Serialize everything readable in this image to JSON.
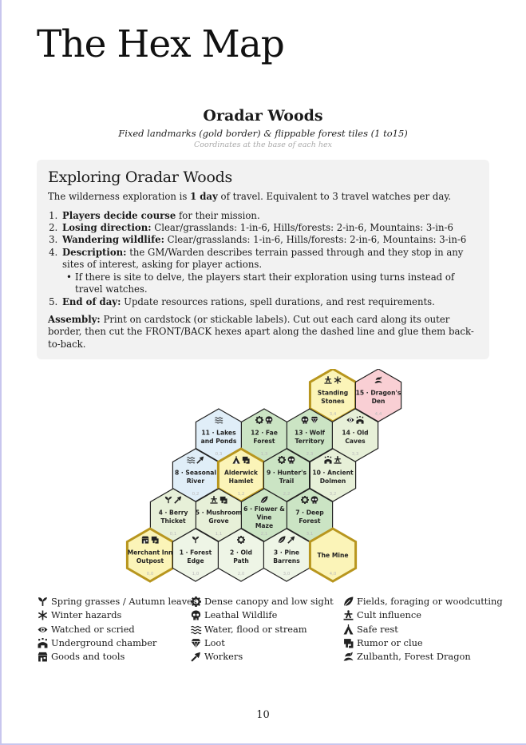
{
  "title": "The Hex Map",
  "subtitle": "Oradar Woods",
  "subtitle_desc": "Fixed landmarks (gold border) & flippable forest tiles (1 to15)",
  "subtitle_note": "Coordinates at the base of each hex",
  "explore": {
    "heading": "Exploring Oradar Woods",
    "intro_pre": "The wilderness exploration is ",
    "intro_bold": "1 day",
    "intro_post": " of travel. Equivalent to 3 travel watches per day.",
    "steps": [
      {
        "bold": "Players decide course",
        "text": " for their mission."
      },
      {
        "bold": "Losing direction:",
        "text": " Clear/grasslands: 1-in-6, Hills/forests: 2-in-6, Mountains: 3-in-6"
      },
      {
        "bold": "Wandering wildlife:",
        "text": " Clear/grasslands: 1-in-6, Hills/forests: 2-in-6, Mountains: 3-in-6"
      },
      {
        "bold": "Description:",
        "text": " the GM/Warden describes terrain passed through and they stop in any sites of interest, asking for player actions."
      },
      {
        "bold": "End of day:",
        "text": " Update resources rations, spell durations, and rest requirements."
      }
    ],
    "sub_bullet": "If there is site to delve, the players start their exploration using turns instead of travel watches.",
    "assembly_bold": "Assembly:",
    "assembly_text": " Print on cardstock (or stickable labels). Cut out each card along its outer border, then cut the FRONT/BACK hexes apart along the dashed line and glue them back-to-back."
  },
  "colors": {
    "grass": "#e7f0d8",
    "forest": "#cbe4c4",
    "water": "#e0eef8",
    "landmark": "#fbf4b8",
    "landmark_border": "#b8961e",
    "dragon": "#f9cfd4",
    "light": "#eef5e6"
  },
  "hexes": [
    {
      "l1": "Standing",
      "l2": "Stones",
      "coord": "3,4",
      "type": "landmark",
      "icons": [
        "cult-icon",
        "snowflake-icon"
      ]
    },
    {
      "l1": "15 · Dragon's",
      "l2": "Den",
      "coord": "4,4",
      "type": "dragon",
      "icons": [
        "dragon-icon"
      ]
    },
    {
      "l1": "11 · Lakes",
      "l2": "and Ponds",
      "coord": "0,3",
      "type": "water",
      "icons": [
        "water-icon"
      ]
    },
    {
      "l1": "12 · Fae",
      "l2": "Forest",
      "coord": "1,3",
      "type": "forest",
      "icons": [
        "gear-icon",
        "skull-icon"
      ]
    },
    {
      "l1": "13 · Wolf",
      "l2": "Territory",
      "coord": "2,3",
      "type": "forest",
      "icons": [
        "skull-icon",
        "gem-icon"
      ]
    },
    {
      "l1": "14 · Old",
      "l2": "Caves",
      "coord": "3,3",
      "type": "grass",
      "icons": [
        "eye-icon",
        "chamber-icon"
      ]
    },
    {
      "l1": "8 · Seasonal",
      "l2": "River",
      "coord": "0,2",
      "type": "water",
      "icons": [
        "water-icon",
        "pick-icon"
      ]
    },
    {
      "l1": "Alderwick",
      "l2": "Hamlet",
      "coord": "1,2",
      "type": "landmark",
      "icons": [
        "tent-icon",
        "rumor-icon"
      ]
    },
    {
      "l1": "9 · Hunter's",
      "l2": "Trail",
      "coord": "2,2",
      "type": "forest",
      "icons": [
        "gear-icon",
        "skull-icon"
      ]
    },
    {
      "l1": "10 · Ancient",
      "l2": "Dolmen",
      "coord": "3,2",
      "type": "grass",
      "icons": [
        "chamber-icon",
        "cult-icon"
      ]
    },
    {
      "l1": "4 · Berry",
      "l2": "Thicket",
      "coord": "0,1",
      "type": "grass",
      "icons": [
        "sprout-icon",
        "pick-icon"
      ]
    },
    {
      "l1": "5 · Mushroom",
      "l2": "Grove",
      "coord": "1,1",
      "type": "grass",
      "icons": [
        "cult-icon",
        "rumor-icon"
      ]
    },
    {
      "l1": "6 · Flower &",
      "l2": "Vine",
      "l3": "Maze",
      "coord": "2,1",
      "type": "forest",
      "icons": [
        "leaf-icon"
      ]
    },
    {
      "l1": "7 · Deep",
      "l2": "Forest",
      "coord": "3,1",
      "type": "forest",
      "icons": [
        "gear-icon",
        "skull-icon"
      ]
    },
    {
      "l1": "Merchant Inn",
      "l2": "Outpost",
      "coord": "0,0",
      "type": "landmark",
      "icons": [
        "goods-icon",
        "rumor-icon"
      ]
    },
    {
      "l1": "1 · Forest",
      "l2": "Edge",
      "coord": "1,0",
      "type": "light",
      "icons": [
        "sprout-icon"
      ]
    },
    {
      "l1": "2 · Old",
      "l2": "Path",
      "coord": "2,0",
      "type": "light",
      "icons": [
        "gear-icon"
      ]
    },
    {
      "l1": "3 · Pine",
      "l2": "Barrens",
      "coord": "3,0",
      "type": "light",
      "icons": [
        "leaf-icon",
        "pick-icon"
      ]
    },
    {
      "l1": "The Mine",
      "l2": "",
      "coord": "4,0",
      "type": "landmark",
      "icons": []
    }
  ],
  "legend": [
    [
      {
        "icon": "sprout-icon",
        "text": "Spring grasses / Autumn leaves"
      },
      {
        "icon": "snowflake-icon",
        "text": "Winter hazards"
      },
      {
        "icon": "eye-icon",
        "text": "Watched or scried"
      },
      {
        "icon": "chamber-icon",
        "text": "Underground chamber"
      },
      {
        "icon": "goods-icon",
        "text": "Goods and tools"
      }
    ],
    [
      {
        "icon": "gear-icon",
        "text": "Dense canopy and low sight"
      },
      {
        "icon": "skull-icon",
        "text": "Leathal Wildlife"
      },
      {
        "icon": "water-icon",
        "text": "Water, flood or stream"
      },
      {
        "icon": "gem-icon",
        "text": "Loot"
      },
      {
        "icon": "pick-icon",
        "text": "Workers"
      }
    ],
    [
      {
        "icon": "leaf-icon",
        "text": "Fields, foraging or woodcutting"
      },
      {
        "icon": "cult-icon",
        "text": "Cult influence"
      },
      {
        "icon": "tent-icon",
        "text": "Safe rest"
      },
      {
        "icon": "rumor-icon",
        "text": "Rumor or clue"
      },
      {
        "icon": "dragon-icon",
        "text": "Zulbanth, Forest Dragon"
      }
    ]
  ],
  "page_number": "10"
}
